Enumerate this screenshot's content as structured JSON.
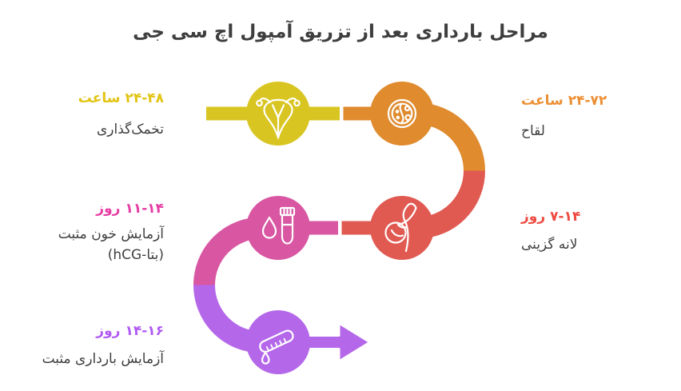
{
  "title": {
    "text": "مراحل بارداری بعد از تزریق آمپول اچ سی جی",
    "color": "#3e3e3e"
  },
  "colors": {
    "background": "#ffffff",
    "outline": "#ffffff",
    "text_gray": "#3f3f3f",
    "yellow": "#d9c522",
    "orange": "#df8b2e",
    "red": "#e05a52",
    "magenta": "#d856a2",
    "purple": "#b468e9",
    "accent_yellow": "#e2c414",
    "accent_orange": "#ec9035",
    "accent_red": "#ee4a41",
    "accent_magenta": "#e63ca4",
    "accent_purple": "#b15bf2"
  },
  "steps": [
    {
      "name": "ovulation",
      "timing": "۲۴-۴۸",
      "unit": "ساعت",
      "label": "تخمک‌گذاری",
      "color": "#d9c522",
      "accent": "#e2c414",
      "icon": "uterus-icon"
    },
    {
      "name": "fertilization",
      "timing": "۲۴-۷۲",
      "unit": "ساعت",
      "label": "لقاح",
      "color": "#df8b2e",
      "accent": "#ec9035",
      "icon": "fertilized-egg-icon"
    },
    {
      "name": "implantation",
      "timing": "۷-۱۴",
      "unit": "روز",
      "label": "لانه گزینی",
      "color": "#e05a52",
      "accent": "#ee4a41",
      "icon": "pregnant-belly-icon"
    },
    {
      "name": "blood-test",
      "timing": "۱۱-۱۴",
      "unit": "روز",
      "label": "آزمایش خون مثبت",
      "label2": "(hCG-بتا)",
      "color": "#d856a2",
      "accent": "#e63ca4",
      "icon": "blood-test-icon"
    },
    {
      "name": "pregnancy-test",
      "timing": "۱۴-۱۶",
      "unit": "روز",
      "label": "آزمایش بارداری مثبت",
      "color": "#b468e9",
      "accent": "#b15bf2",
      "icon": "test-strip-icon"
    }
  ],
  "arrow": {
    "color": "#b468e9"
  }
}
